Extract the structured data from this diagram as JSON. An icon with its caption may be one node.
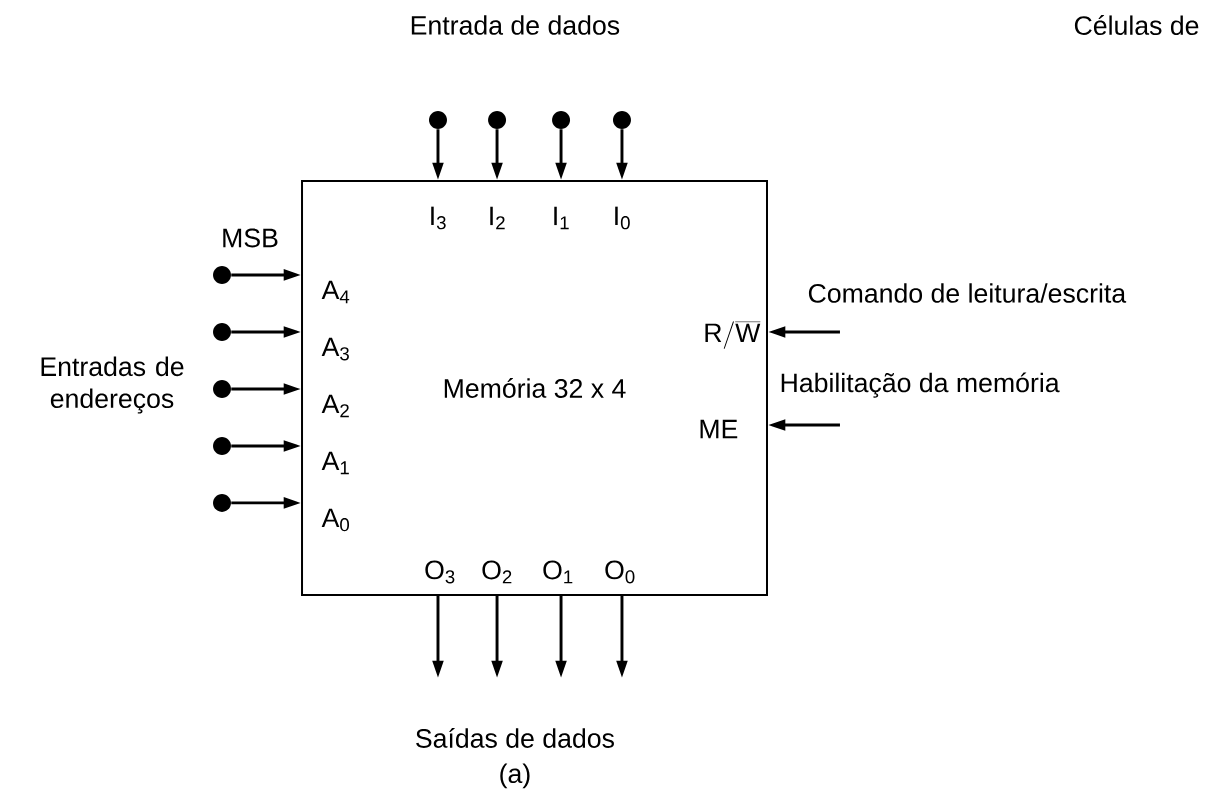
{
  "diagram": {
    "nodes": [
      {
        "text": [
          "Memória 32 x 4"
        ]
      },
      {
        "text": [],
        "shape": "circle"
      },
      {
        "text": [],
        "shape": "circle"
      },
      {
        "text": [],
        "shape": "circle"
      },
      {
        "text": [],
        "shape": "circle"
      },
      {
        "text": [],
        "shape": "circle"
      },
      {
        "text": [],
        "shape": "circle"
      },
      {
        "text": [],
        "shape": "circle"
      },
      {
        "text": [],
        "shape": "circle"
      },
      {
        "text": [],
        "shape": "circle"
      }
    ],
    "edges": [
      {
        "from": 1,
        "to": 0,
        "arrow": "to"
      },
      {
        "from": 2,
        "to": 0,
        "arrow": "to"
      },
      {
        "from": 3,
        "to": 0,
        "arrow": "to"
      },
      {
        "from": 4,
        "to": 0,
        "arrow": "to"
      },
      {
        "from": 5,
        "to": 0,
        "arrow": "to"
      },
      {
        "from": 6,
        "to": 0,
        "arrow": "to"
      },
      {
        "from": 7,
        "to": 0,
        "arrow": "to"
      },
      {
        "from": 8,
        "to": 0,
        "arrow": "to"
      },
      {
        "from": 9,
        "to": 0,
        "arrow": "to"
      },
      {
        "from": null,
        "to": 0,
        "arrow": "to"
      },
      {
        "from": null,
        "to": 0,
        "arrow": "to"
      },
      {
        "from": 0,
        "to": null,
        "arrow": "to"
      },
      {
        "from": 0,
        "to": null,
        "arrow": "to"
      },
      {
        "from": 0,
        "to": null,
        "arrow": "to"
      },
      {
        "from": 0,
        "to": null,
        "arrow": "to"
      }
    ],
    "labels": [
      "Entrada de dados",
      "Células de",
      "I$_{3}$",
      "I$_{2}$",
      "I$_{1}$",
      "I$_{0}$",
      "MSB",
      "A$_{4}$",
      "Comando de leitura/escrita",
      "A$_{3}$",
      "\\mathrm{R}/\\overline{\\mathrm{W}}",
      "Entradas de endereços",
      "A$_{2}$",
      "Habilitação da memória",
      "ME",
      "A$_{1}$",
      "A$_{0}$",
      "O$_{3}$",
      "O$_{2}$",
      "O$_{1}$",
      "O$_{0}$",
      "Saídas de dados",
      "(a)"
    ]
  }
}
